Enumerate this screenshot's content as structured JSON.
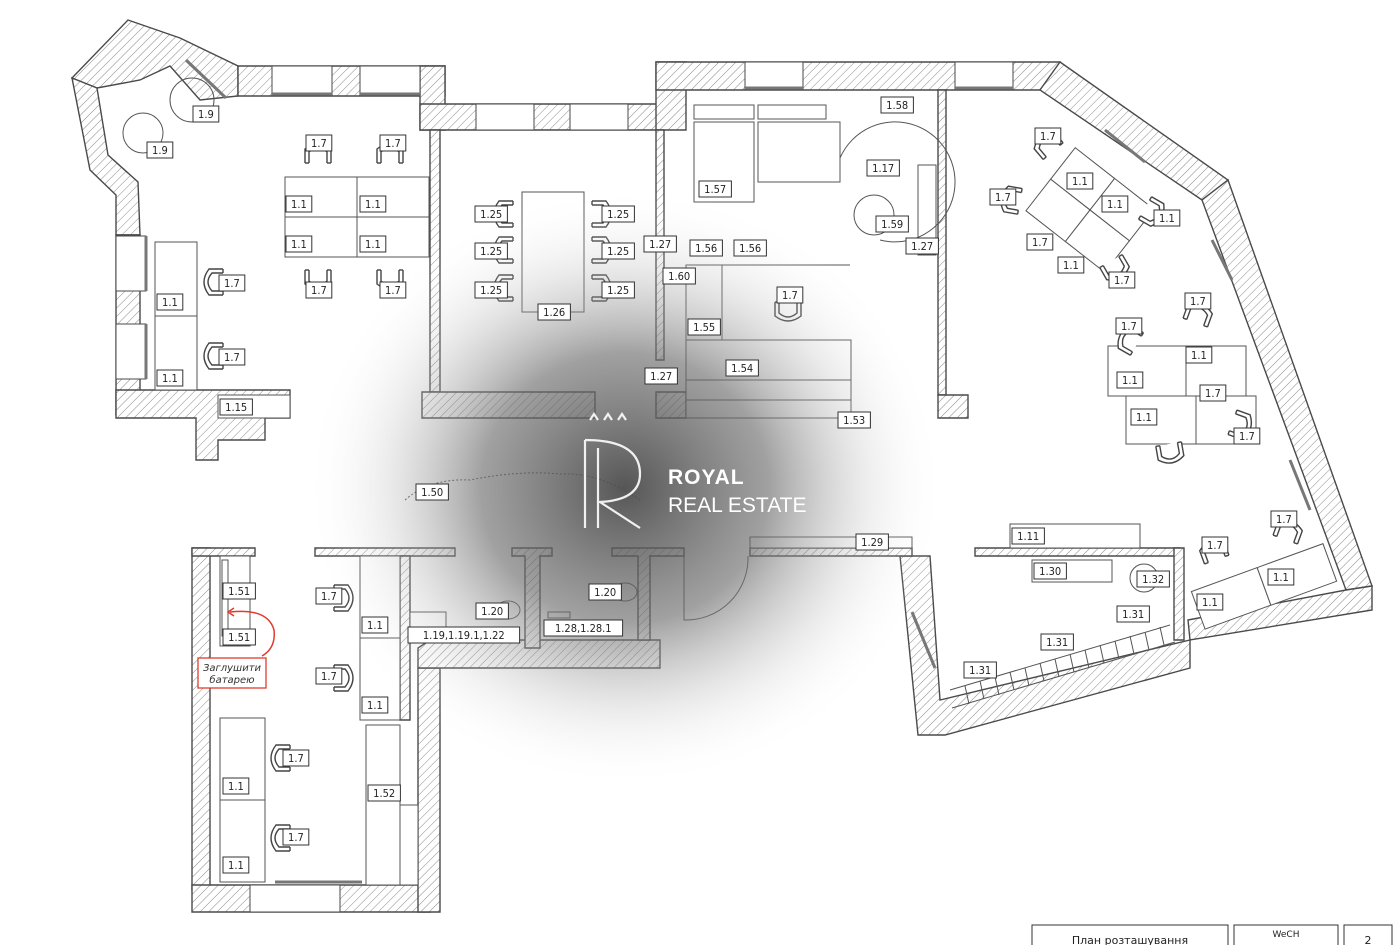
{
  "brand": {
    "line1": "ROYAL",
    "line2": "REAL ESTATE",
    "logo": "royal-real-estate-monogram-logo"
  },
  "note": {
    "line1": "Заглушити",
    "line2": "батарею",
    "color": "#e23b2e"
  },
  "title_block": {
    "plan_title": "План розташування",
    "company": "WeCH",
    "sheet": "2"
  },
  "room_labels": [
    "1.9",
    "1.9",
    "1.7",
    "1.7",
    "1.1",
    "1.1",
    "1.1",
    "1.1",
    "1.7",
    "1.7",
    "1.1",
    "1.7",
    "1.1",
    "1.7",
    "1.15",
    "1.25",
    "1.25",
    "1.25",
    "1.25",
    "1.25",
    "1.25",
    "1.26",
    "1.27",
    "1.27",
    "1.58",
    "1.57",
    "1.17",
    "1.59",
    "1.56",
    "1.56",
    "1.60",
    "1.27",
    "1.7",
    "1.55",
    "1.54",
    "1.53",
    "1.7",
    "1.1",
    "1.1",
    "1.7",
    "1.1",
    "1.7",
    "1.1",
    "1.7",
    "1.7",
    "1.7",
    "1.1",
    "1.1",
    "1.1",
    "1.7",
    "1.7",
    "1.50",
    "1.29",
    "1.11",
    "1.30",
    "1.32",
    "1.31",
    "1.31",
    "1.31",
    "1.7",
    "1.7",
    "1.1",
    "1.1",
    "1.51",
    "1.51",
    "1.7",
    "1.1",
    "1.7",
    "1.1",
    "1.19,1.19.1,1.22",
    "1.20",
    "1.28,1.28.1",
    "1.20",
    "1.7",
    "1.1",
    "1.7",
    "1.1",
    "1.52"
  ]
}
